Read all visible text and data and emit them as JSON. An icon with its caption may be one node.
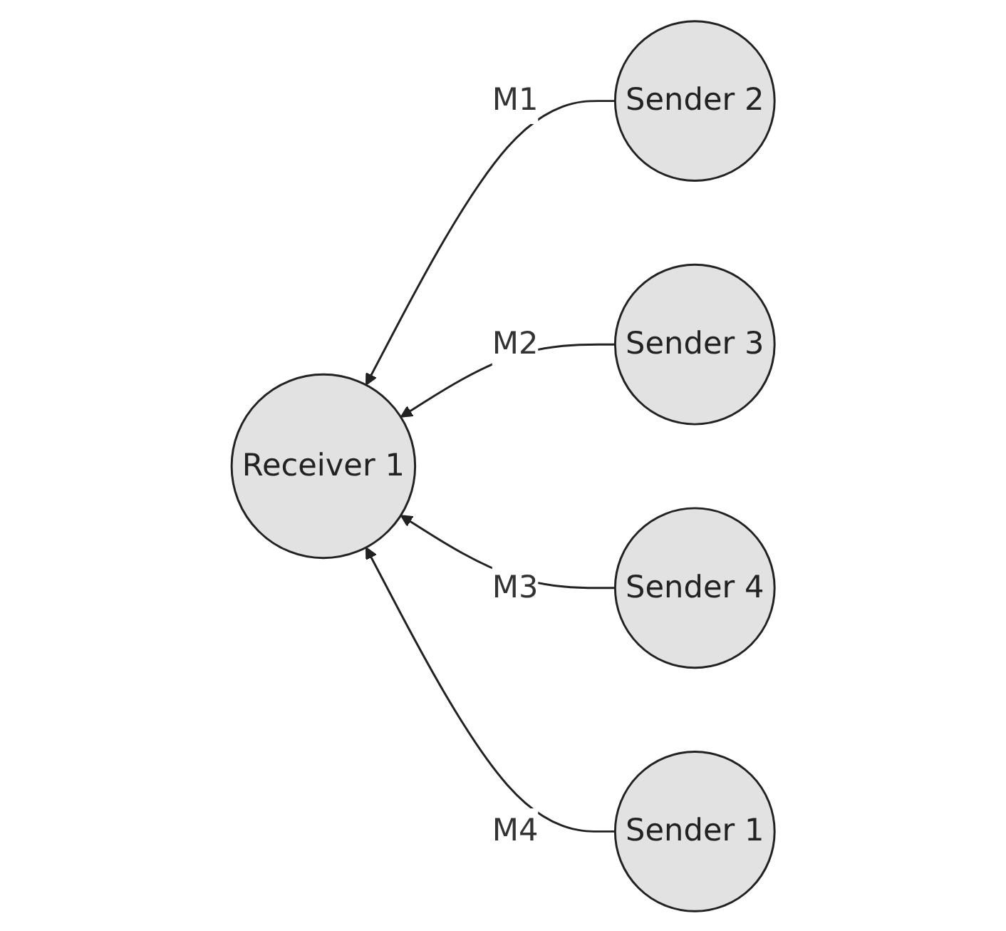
{
  "diagram": {
    "nodes": [
      {
        "text": [
          "Sender 2"
        ]
      },
      {
        "text": [
          "Receiver 1"
        ]
      },
      {
        "text": [
          "Sender 3"
        ]
      },
      {
        "text": [
          "Sender 4"
        ]
      },
      {
        "text": [
          "Sender 1"
        ]
      }
    ],
    "edges": [
      {
        "from": 0,
        "to": 1,
        "arrow": "to",
        "label": "M1"
      },
      {
        "from": 2,
        "to": 1,
        "arrow": "to",
        "label": "M2"
      },
      {
        "from": 3,
        "to": 1,
        "arrow": "to",
        "label": "M3"
      },
      {
        "from": 4,
        "to": 1,
        "arrow": "to",
        "label": "M4"
      }
    ]
  }
}
